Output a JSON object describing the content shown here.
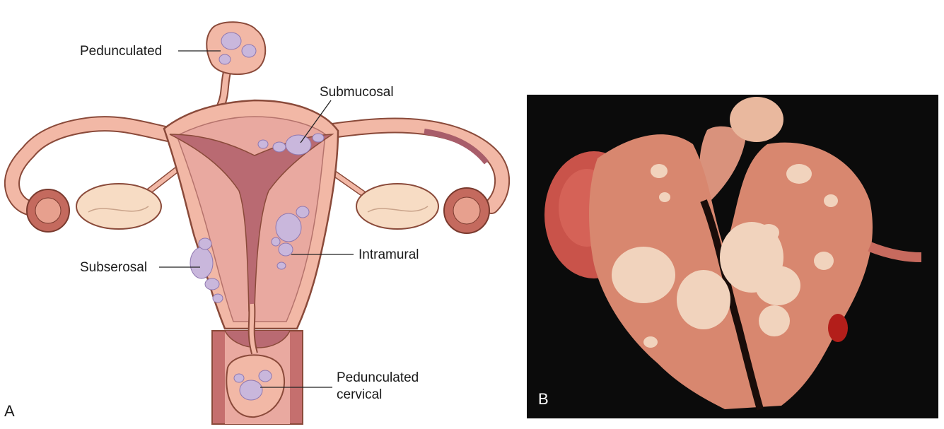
{
  "panel_a": {
    "letter": "A",
    "labels": {
      "pedunculated": "Pedunculated",
      "submucosal": "Submucosal",
      "subserosal": "Subserosal",
      "intramural": "Intramural",
      "pedunculated_cervical_line1": "Pedunculated",
      "pedunculated_cervical_line2": "cervical"
    }
  },
  "panel_b": {
    "letter": "B"
  },
  "colors": {
    "tissue_pink": "#f2b8a6",
    "tissue_outline": "#8a4a3a",
    "cavity_dark": "#b96a72",
    "fibroid_lilac": "#c9b7dc",
    "photo_background": "#0b0b0b",
    "specimen_flesh": "#d8876f",
    "fibroid_cream": "#f1d3bd"
  }
}
